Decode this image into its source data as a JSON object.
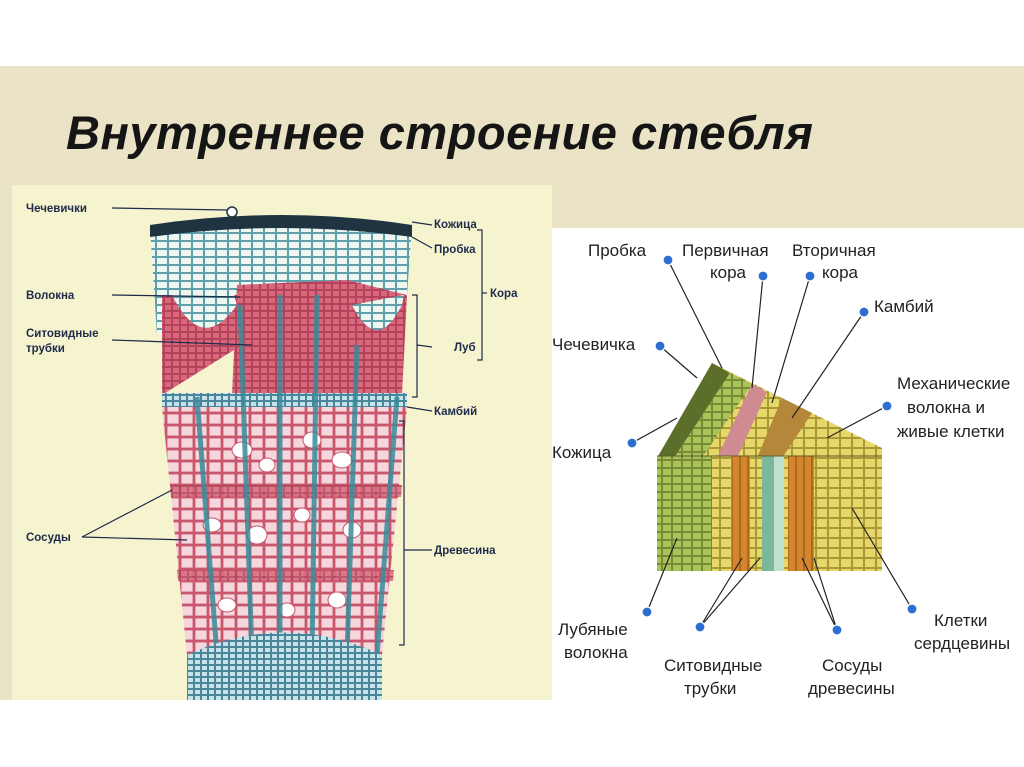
{
  "title": "Внутреннее строение стебля",
  "left_diagram": {
    "labels": {
      "chechevichki": "Чечевички",
      "volokna": "Волокна",
      "sitovidnye_1": "Ситовидные",
      "sitovidnye_2": "трубки",
      "sosudy": "Сосуды",
      "kozhitsa": "Кожица",
      "probka": "Пробка",
      "kora": "Кора",
      "lub": "Луб",
      "kambiy": "Камбий",
      "drevesina": "Древесина"
    }
  },
  "right_diagram": {
    "labels": {
      "probka": "Пробка",
      "pervichnaya_1": "Первичная",
      "pervichnaya_2": "кора",
      "vtorichnaya_1": "Вторичная",
      "vtorichnaya_2": "кора",
      "kambiy": "Камбий",
      "chechevichka": "Чечевичка",
      "mekh_1": "Механические",
      "mekh_2": "волокна и",
      "mekh_3": "живые клетки",
      "kozhitsa": "Кожица",
      "lubyanye_1": "Лубяные",
      "lubyanye_2": "волокна",
      "sitovidnye_1": "Ситовидные",
      "sitovidnye_2": "трубки",
      "sosudy_1": "Сосуды",
      "sosudy_2": "древесины",
      "kletki_1": "Клетки",
      "kletki_2": "сердцевины"
    }
  },
  "colors": {
    "slide_bg": "#ebe3c6",
    "left_panel_bg": "#f6f3cf",
    "wood_red": "#c9566b",
    "tissue_teal": "#3a8a99",
    "bark_dark": "#1f3340",
    "marker_blue": "#2d6fd0"
  }
}
